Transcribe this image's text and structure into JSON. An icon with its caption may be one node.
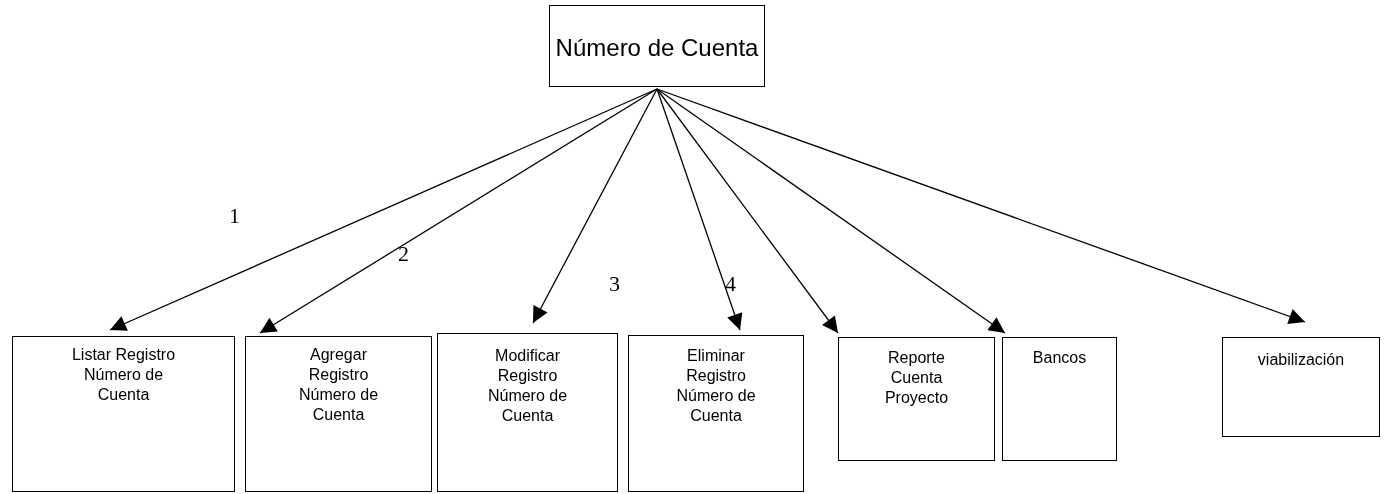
{
  "diagram": {
    "nodes": [
      {
        "text": [
          "Número de Cuenta"
        ]
      },
      {
        "text": [
          "Listar Registro Número de Cuenta"
        ]
      },
      {
        "text": [
          "Agregar Registro Número de Cuenta"
        ]
      },
      {
        "text": [
          "Modificar Registro Número de Cuenta"
        ]
      },
      {
        "text": [
          "Eliminar Registro Número de Cuenta"
        ]
      },
      {
        "text": [
          "Reporte Cuenta Proyecto"
        ]
      },
      {
        "text": [
          "Bancos"
        ]
      },
      {
        "text": [
          "viabilización"
        ]
      }
    ],
    "edges": [
      {
        "from": 0,
        "to": 1,
        "arrow": "to",
        "label": "1"
      },
      {
        "from": 0,
        "to": 2,
        "arrow": "to",
        "label": "2"
      },
      {
        "from": 0,
        "to": 3,
        "arrow": "to",
        "label": "3"
      },
      {
        "from": 0,
        "to": 4,
        "arrow": "to",
        "label": "4"
      },
      {
        "from": 0,
        "to": 5,
        "arrow": "to"
      },
      {
        "from": 0,
        "to": 6,
        "arrow": "to"
      },
      {
        "from": 0,
        "to": 7,
        "arrow": "to"
      }
    ]
  }
}
